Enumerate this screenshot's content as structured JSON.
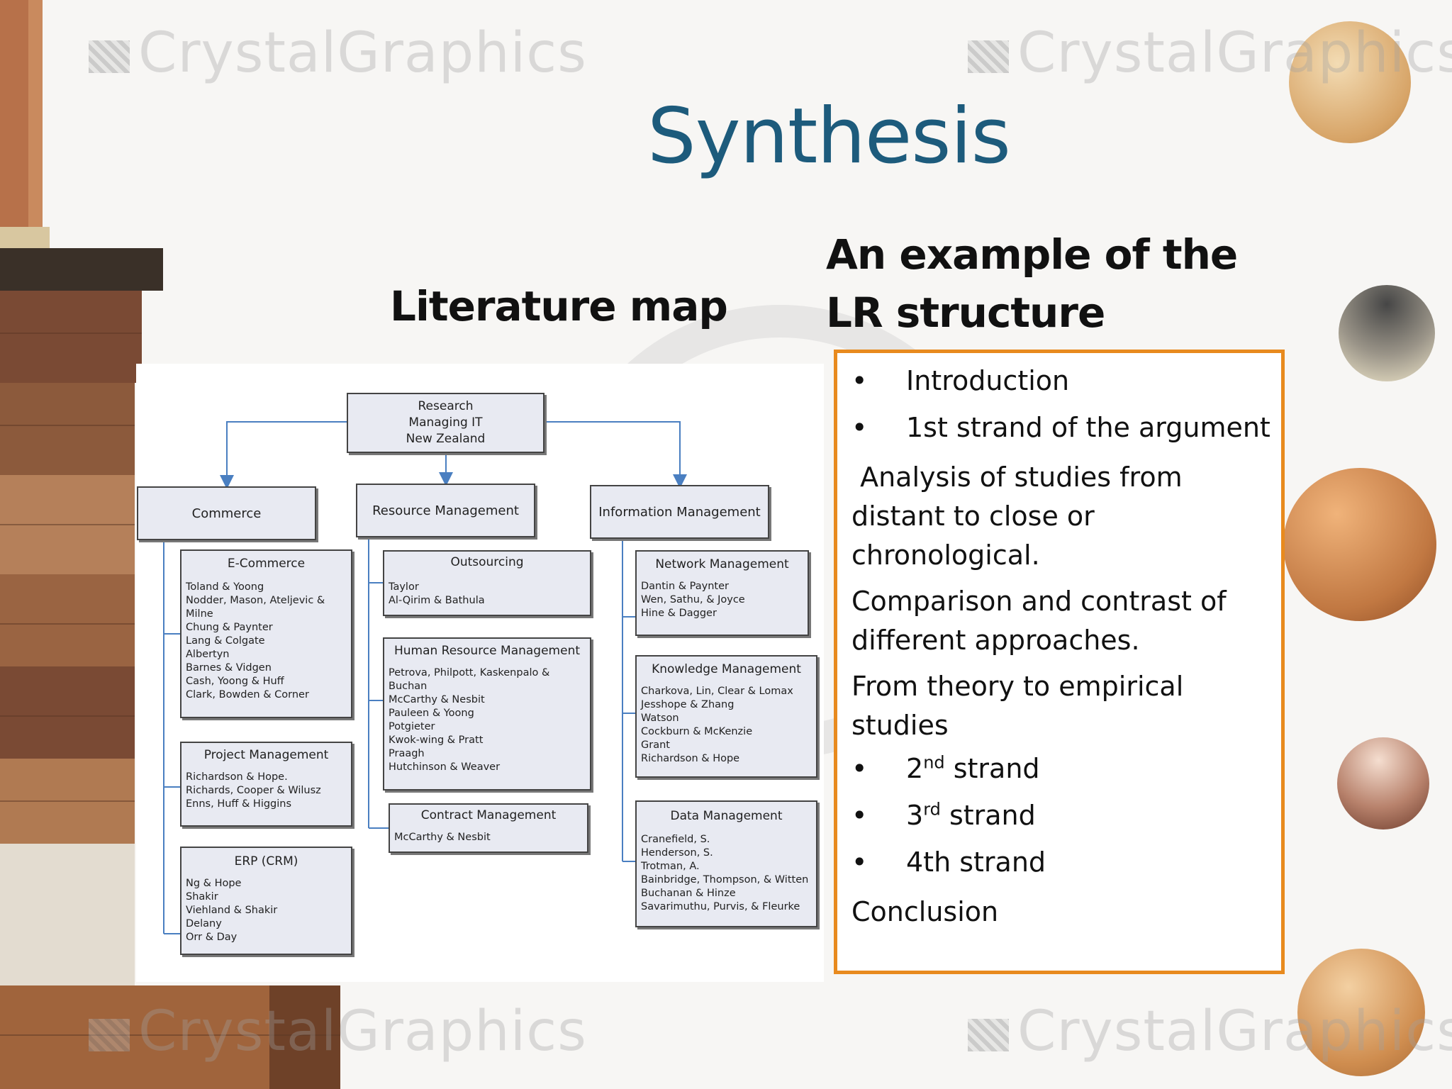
{
  "slide": {
    "title": "Synthesis",
    "map_heading": "Literature map",
    "lr_heading": "An example of the LR structure",
    "watermark": "CrystalGraphics"
  },
  "map": {
    "root": [
      "Research",
      "Managing IT",
      "New Zealand"
    ],
    "commerce": "Commerce",
    "resource": "Resource Management",
    "information": "Information Management",
    "ecommerce": {
      "title": "E-Commerce",
      "items": [
        "Toland & Yoong",
        "Nodder, Mason, Ateljevic &",
        "Milne",
        "Chung  & Paynter",
        "Lang & Colgate",
        "Albertyn",
        "Barnes & Vidgen",
        "Cash, Yoong & Huff",
        "Clark, Bowden & Corner"
      ]
    },
    "project": {
      "title": "Project Management",
      "items": [
        "Richardson & Hope.",
        "Richards, Cooper & Wilusz",
        "Enns, Huff & Higgins"
      ]
    },
    "erp": {
      "title": "ERP (CRM)",
      "items": [
        "Ng & Hope",
        "Shakir",
        "Viehland & Shakir",
        "Delany",
        "Orr & Day"
      ]
    },
    "outsourcing": {
      "title": "Outsourcing",
      "items": [
        "Taylor",
        "Al-Qirim & Bathula"
      ]
    },
    "hrm": {
      "title": "Human Resource Management",
      "items": [
        "Petrova, Philpott, Kaskenpalo &",
        "Buchan",
        "McCarthy & Nesbit",
        "Pauleen & Yoong",
        "Potgieter",
        "Kwok-wing & Pratt",
        "Praagh",
        "Hutchinson & Weaver"
      ]
    },
    "contract": {
      "title": "Contract Management",
      "items": [
        "McCarthy & Nesbit"
      ]
    },
    "network": {
      "title": "Network Management",
      "items": [
        "Dantin & Paynter",
        "Wen, Sathu, & Joyce",
        "Hine & Dagger"
      ]
    },
    "knowledge": {
      "title": "Knowledge Management",
      "items": [
        "Charkova, Lin, Clear & Lomax",
        "Jesshope & Zhang",
        "Watson",
        "Cockburn & McKenzie",
        "Grant",
        "Richardson & Hope"
      ]
    },
    "data": {
      "title": "Data Management",
      "items": [
        "Cranefield, S.",
        "Henderson, S.",
        "Trotman, A.",
        "Bainbridge, Thompson, & Witten",
        "Buchanan & Hinze",
        "Savarimuthu, Purvis, & Fleurke"
      ]
    }
  },
  "lr": {
    "bullet_char": "•",
    "intro": "Introduction",
    "strand1": "1st strand of the argument",
    "analysis": " Analysis of studies from distant to close or chronological.",
    "comparison": "Comparison and contrast of different approaches.",
    "theory": "From theory to empirical studies",
    "strand2_num": "2",
    "strand2_sup": "nd",
    "strand2_text": " strand",
    "strand3_num": "3",
    "strand3_sup": "rd",
    "strand3_text": " strand",
    "strand4": "4th strand",
    "conclusion": "Conclusion"
  },
  "colors": {
    "title": "#1d5b7c",
    "box_border": "#e88a1e",
    "connector": "#4a7fc1",
    "node_fill": "#e8eaf2"
  }
}
